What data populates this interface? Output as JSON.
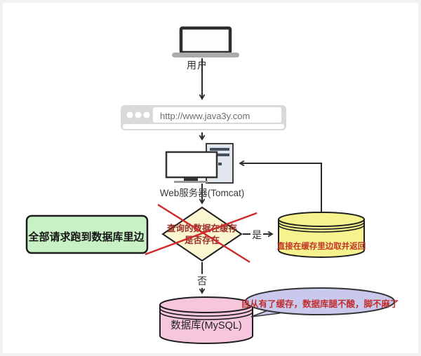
{
  "nodes": {
    "user": {
      "label": "用户"
    },
    "browser": {
      "url": "http://www.java3y.com"
    },
    "server": {
      "label": "Web服务器(Tomcat)"
    },
    "decision": {
      "line1": "查询的数据在缓存",
      "line2": "是否存在"
    },
    "cache": {
      "label": "直接在缓存里边取并返回"
    },
    "database": {
      "label": "数据库(MySQL)"
    },
    "note": {
      "label": "全部请求跑到数据库里边"
    },
    "bubble": {
      "label": "自从有了缓存，数据库腿不酸，脚不麻了"
    }
  },
  "edges": {
    "yes_label": "是",
    "no_label": "否"
  },
  "colors": {
    "decision_fill": "#faf6d2",
    "cache_fill": "#f6f28e",
    "database_fill": "#f6c6dc",
    "note_fill": "#c9f1c6",
    "bubble_fill": "#c9c9ee",
    "browser_chrome": "#d9d9d9",
    "cross_red": "#ce2a2a",
    "red_text": "#c53326",
    "line_color": "#2a2a2a"
  }
}
